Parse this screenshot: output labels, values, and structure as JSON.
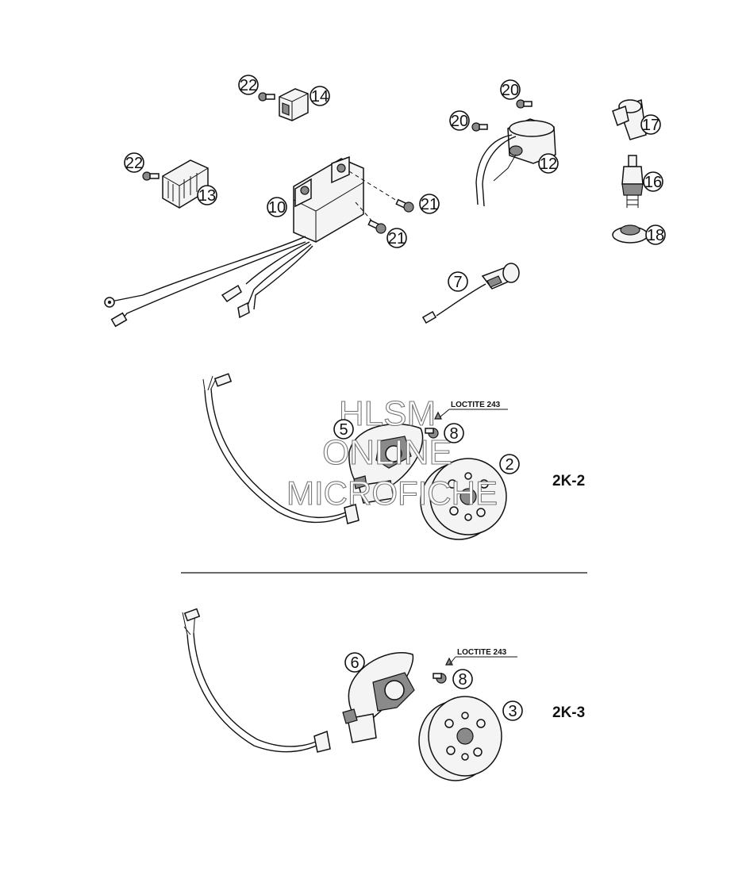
{
  "callouts": [
    "22",
    "14",
    "20",
    "20",
    "12",
    "17",
    "22",
    "13",
    "10",
    "21",
    "21",
    "16",
    "18",
    "7",
    "5",
    "8",
    "2",
    "6",
    "8",
    "3"
  ],
  "variants": {
    "k2": "2K-2",
    "k3": "2K-3"
  },
  "loctite": {
    "top": "LOCTITE 243",
    "bottom": "LOCTITE 243"
  },
  "watermark": {
    "line1": "HLSM",
    "line2": "ONLINE",
    "line3": "MICROFICHE"
  }
}
